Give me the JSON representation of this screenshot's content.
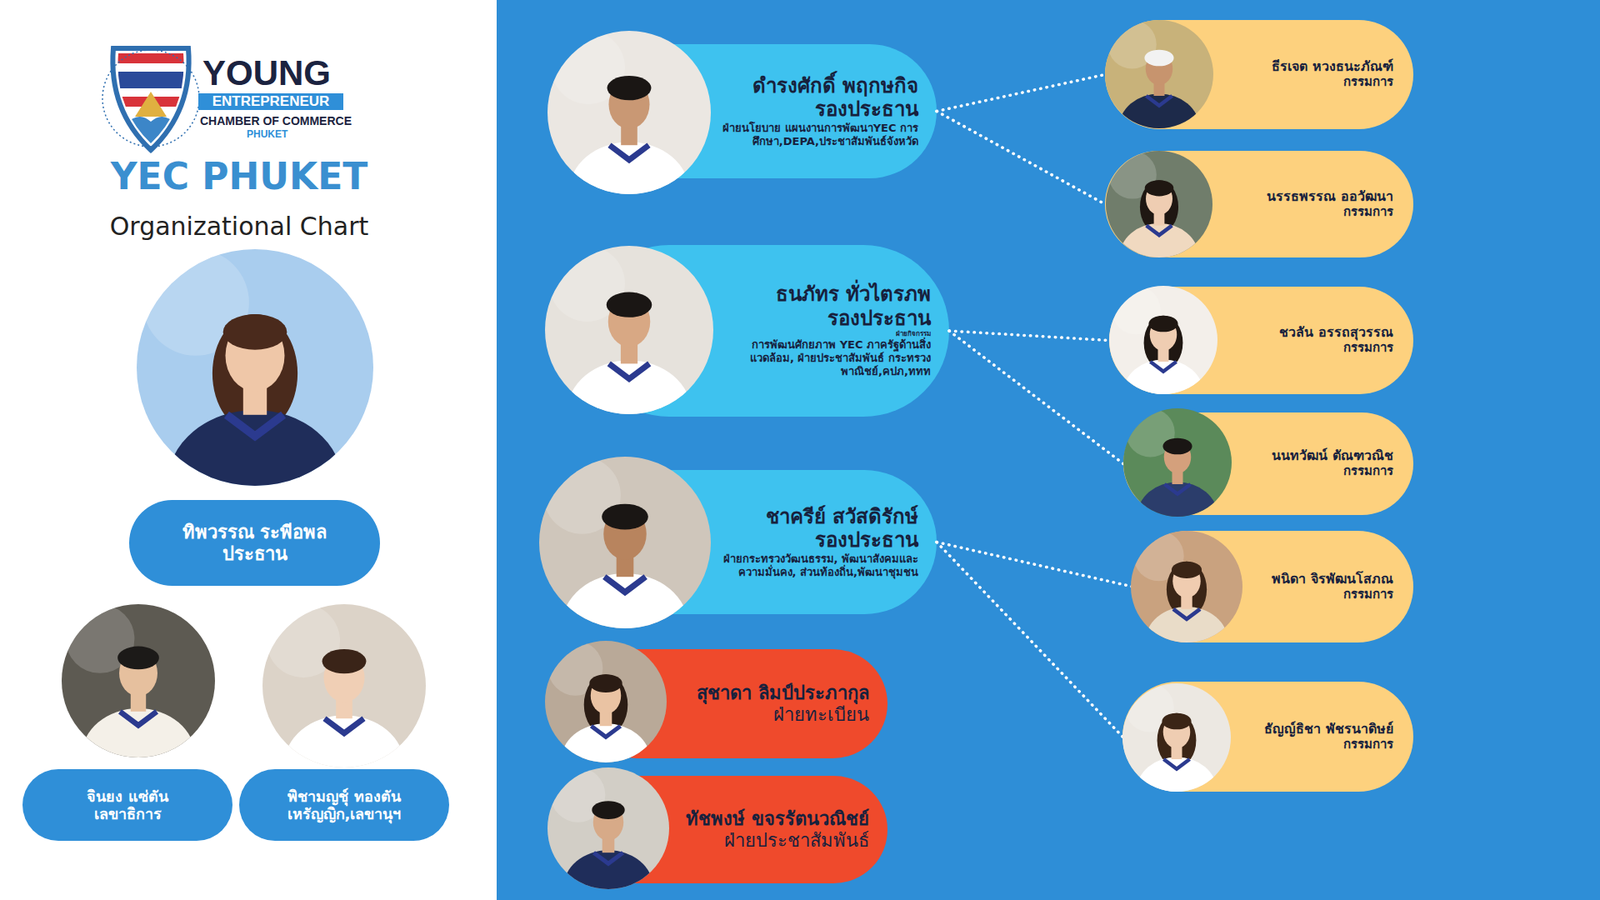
{
  "diagram": {
    "title": "YEC PHUKET",
    "caption": "Organizational Chart",
    "nodes": [
      {
        "text": [
          "ทิพวรรณ ระพีอพล",
          "ประธาน"
        ]
      },
      {
        "text": [
          "จินยง แซ่ตัน",
          "เลขาธิการ"
        ]
      },
      {
        "text": [
          "พิชามญชุ์ ทองตัน",
          "เหรัญญิก,เลขานุฯ"
        ]
      },
      {
        "text": [
          "ดำรงศักดิ์ พฤกษกิจ",
          "รองประธาน",
          "ฝ่ายนโยบาย แผนงานการพัฒนาYEC การศึกษา,DEPA,ประชาสัมพันธ์จังหวัด"
        ]
      },
      {
        "text": [
          "ธนภัทร ทั่วไตรภพ",
          "รองประธาน",
          "ฝ่ายกิจกรรม",
          "การพัฒนศักยภาพ YEC ภาครัฐด้านสิ่งแวดล้อม, ฝ่ายประชาสัมพันธ์ กระทรวงพาณิชย์,คปภ,ททท"
        ]
      },
      {
        "text": [
          "ชาครีย์ สวัสดิรักษ์",
          "รองประธาน",
          "ฝ่ายกระทรวงวัฒนธรรม, พัฒนาสังคมและความมั่นคง, ส่วนท้องถิ่น,พัฒนาชุมชน"
        ]
      },
      {
        "text": [
          "สุชาดา ลิมป์ประภากุล",
          "ฝ่ายทะเบียน"
        ]
      },
      {
        "text": [
          "ทัชพงษ์ ขจรรัตนวณิชย์",
          "ฝ่ายประชาสัมพันธ์"
        ]
      },
      {
        "text": [
          "ธีรเจต หวงธนะภัณฑ์",
          "กรรมการ"
        ]
      },
      {
        "text": [
          "นรรธพรรณ ออวัฒนา",
          "กรรมการ"
        ]
      },
      {
        "text": [
          "ชวลัน อรรถสุวรรณ",
          "กรรมการ"
        ]
      },
      {
        "text": [
          "นนทวัฒน์ ตัณฑวณิช",
          "กรรมการ"
        ]
      },
      {
        "text": [
          "พนิดา จิรพัฒนโสภณ",
          "กรรมการ"
        ]
      },
      {
        "text": [
          "ธัญญ์ธิชา พัชรนาดิษย์",
          "กรรมการ"
        ]
      }
    ],
    "edges": [
      {
        "from": 3,
        "to": 8,
        "arrow": "none"
      },
      {
        "from": 3,
        "to": 9,
        "arrow": "none"
      },
      {
        "from": 4,
        "to": 10,
        "arrow": "none"
      },
      {
        "from": 4,
        "to": 11,
        "arrow": "none"
      },
      {
        "from": 5,
        "to": 12,
        "arrow": "none"
      },
      {
        "from": 5,
        "to": 13,
        "arrow": "none"
      }
    ],
    "labels": [
      "YOUNG",
      "ENTREPRENEUR",
      "CHAMBER OF COMMERCE",
      "PHUKET"
    ]
  }
}
